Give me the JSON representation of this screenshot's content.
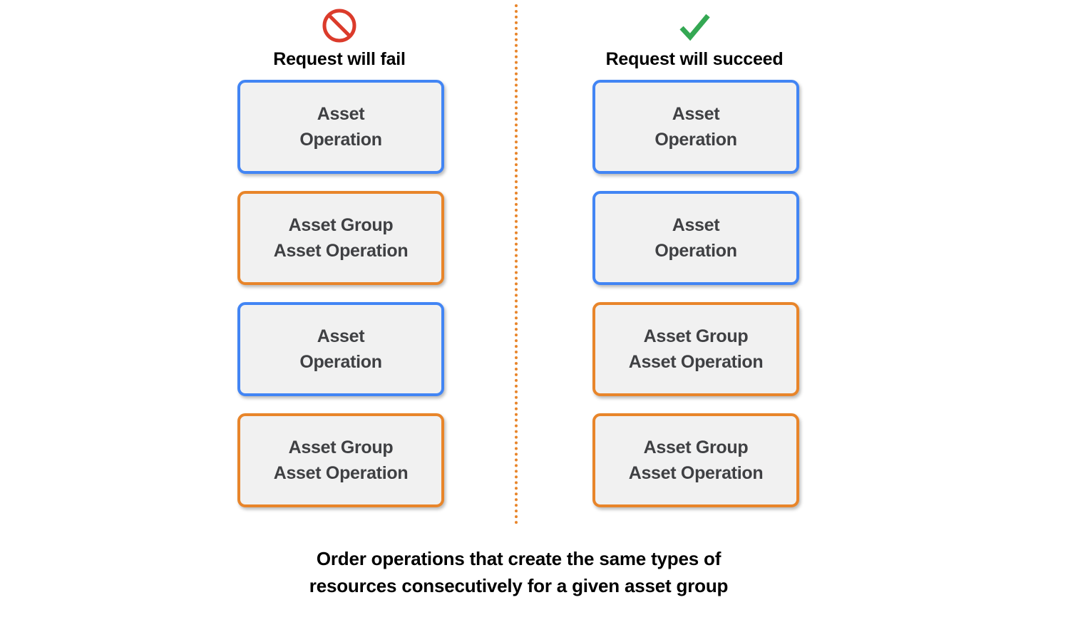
{
  "colors": {
    "blue": "#4285F4",
    "orange": "#E8852A",
    "fail_icon": "#DB3B2B",
    "success_icon": "#34A853",
    "box_fill": "#F1F1F1",
    "box_text": "#3F4043",
    "caption_text": "#000000",
    "divider": "#E8852A",
    "background": "#FFFFFF"
  },
  "columns": [
    {
      "id": "fail",
      "icon": "prohibition-icon",
      "title": "Request will fail",
      "boxes": [
        {
          "label": "Asset\nOperation",
          "color": "blue"
        },
        {
          "label": "Asset Group\nAsset Operation",
          "color": "orange"
        },
        {
          "label": "Asset\nOperation",
          "color": "blue"
        },
        {
          "label": "Asset Group\nAsset Operation",
          "color": "orange"
        }
      ]
    },
    {
      "id": "succeed",
      "icon": "checkmark-icon",
      "title": "Request will succeed",
      "boxes": [
        {
          "label": "Asset\nOperation",
          "color": "blue"
        },
        {
          "label": "Asset\nOperation",
          "color": "blue"
        },
        {
          "label": "Asset Group\nAsset Operation",
          "color": "orange"
        },
        {
          "label": "Asset Group\nAsset Operation",
          "color": "orange"
        }
      ]
    }
  ],
  "caption": "Order operations that create the same types of\nresources consecutively for a given asset group"
}
